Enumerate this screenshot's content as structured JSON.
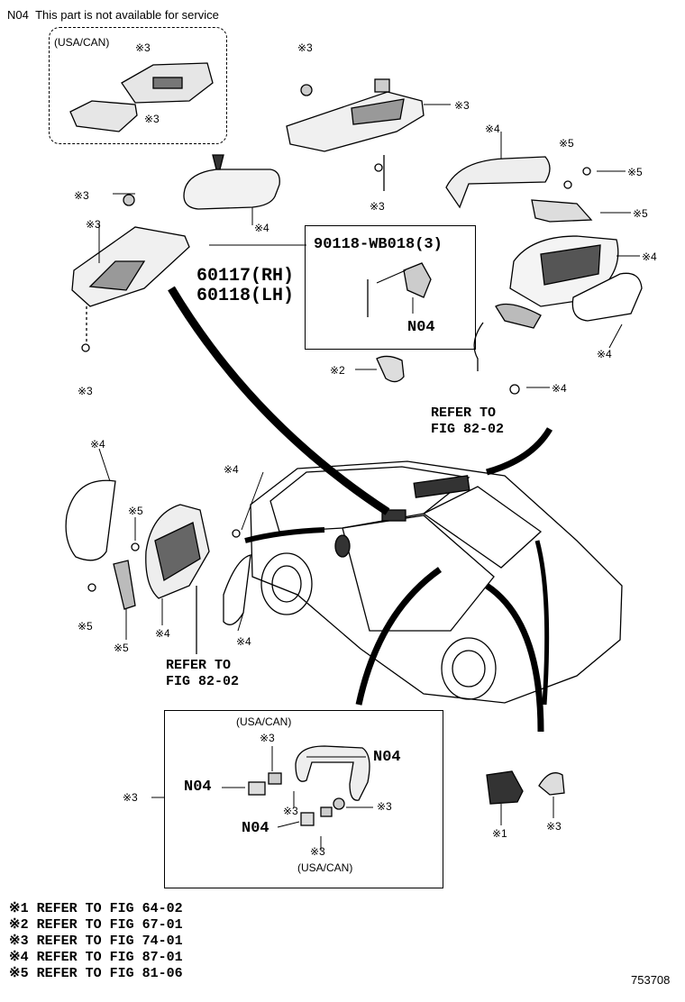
{
  "header": {
    "note_code": "N04",
    "note_text": "This part is not available for service"
  },
  "callouts": {
    "c1": "※1",
    "c2": "※2",
    "c3": "※3",
    "c4": "※4",
    "c5": "※5"
  },
  "labels": {
    "usa_can": "(USA/CAN)",
    "usa_can_plain": "USA/CAN",
    "part_rh": "60117(RH)",
    "part_lh": "60118(LH)",
    "bolt": "90118-WB018(3)",
    "n04": "N04",
    "refer_to": "REFER TO",
    "fig_82_02": "FIG 82-02"
  },
  "legend": [
    {
      "mark": "※1",
      "text": "REFER TO FIG 64-02"
    },
    {
      "mark": "※2",
      "text": "REFER TO FIG 67-01"
    },
    {
      "mark": "※3",
      "text": "REFER TO FIG 74-01"
    },
    {
      "mark": "※4",
      "text": "REFER TO FIG 87-01"
    },
    {
      "mark": "※5",
      "text": "REFER TO FIG 81-06"
    }
  ],
  "diagram_id": "753708"
}
